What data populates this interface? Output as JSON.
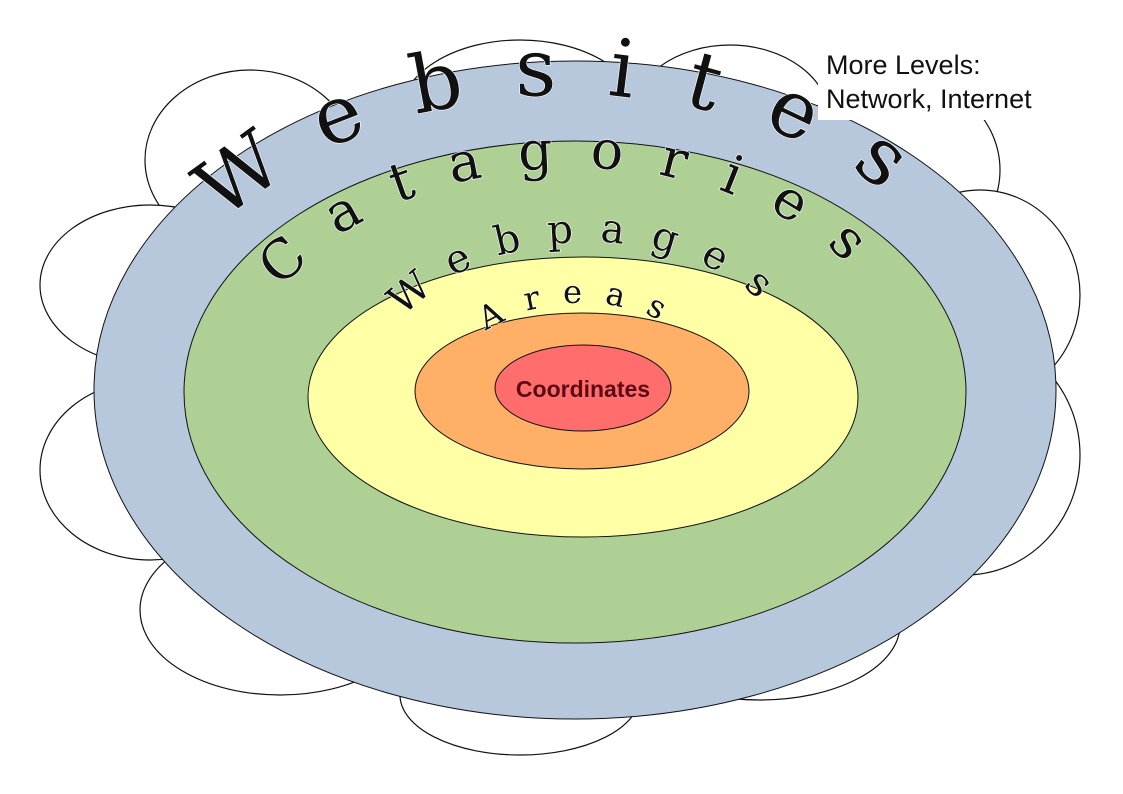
{
  "note": {
    "line1": "More Levels:",
    "line2": "Network, Internet"
  },
  "levels": [
    {
      "id": "websites",
      "label": "Websites",
      "fill": "#b7c8dd"
    },
    {
      "id": "categories",
      "label": "Catagories",
      "fill": "#afd095"
    },
    {
      "id": "webpages",
      "label": "Webpages",
      "fill": "#ffffa6"
    },
    {
      "id": "areas",
      "label": "Areas",
      "fill": "#ffb066"
    },
    {
      "id": "coordinates",
      "label": "Coordinates",
      "fill": "#ff6d6d"
    }
  ],
  "cloud_color": "#ffffff",
  "outline_color": "#111111"
}
